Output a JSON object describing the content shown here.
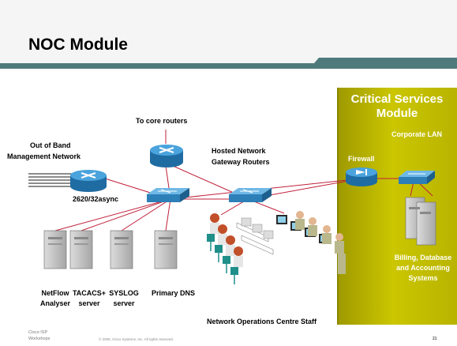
{
  "slide": {
    "title": "NOC Module",
    "footer_left_line1": "Cisco ISP",
    "footer_left_line2": "Workshops",
    "copyright": "© 2005, Cisco Systems, Inc. All rights reserved.",
    "page_number": "21"
  },
  "critical_module": {
    "title_line1": "Critical Services",
    "title_line2": "Module",
    "corporate_lan": "Corporate LAN",
    "billing_line1": "Billing, Database",
    "billing_line2": "and Accounting",
    "billing_line3": "Systems"
  },
  "labels": {
    "to_core": "To core routers",
    "oob_line1": "Out of Band",
    "oob_line2": "Management Network",
    "router_model": "2620/32async",
    "hosted_line1": "Hosted Network",
    "hosted_line2": "Gateway Routers",
    "firewall": "Firewall",
    "netflow_line1": "NetFlow",
    "netflow_line2": "Analyser",
    "tacacs_line1": "TACACS+",
    "tacacs_line2": "server",
    "syslog_line1": "SYSLOG",
    "syslog_line2": "server",
    "primary_dns": "Primary DNS",
    "noc_staff": "Network Operations Centre Staff"
  },
  "colors": {
    "header_band": "#f5f5f5",
    "header_accent": "#4f7a7b",
    "critical_fill": "#c8c400",
    "critical_title": "#ffffff",
    "device_blue": "#2d7fb8",
    "link_red": "#c0203a",
    "server_gray": "#b9b9b9"
  }
}
